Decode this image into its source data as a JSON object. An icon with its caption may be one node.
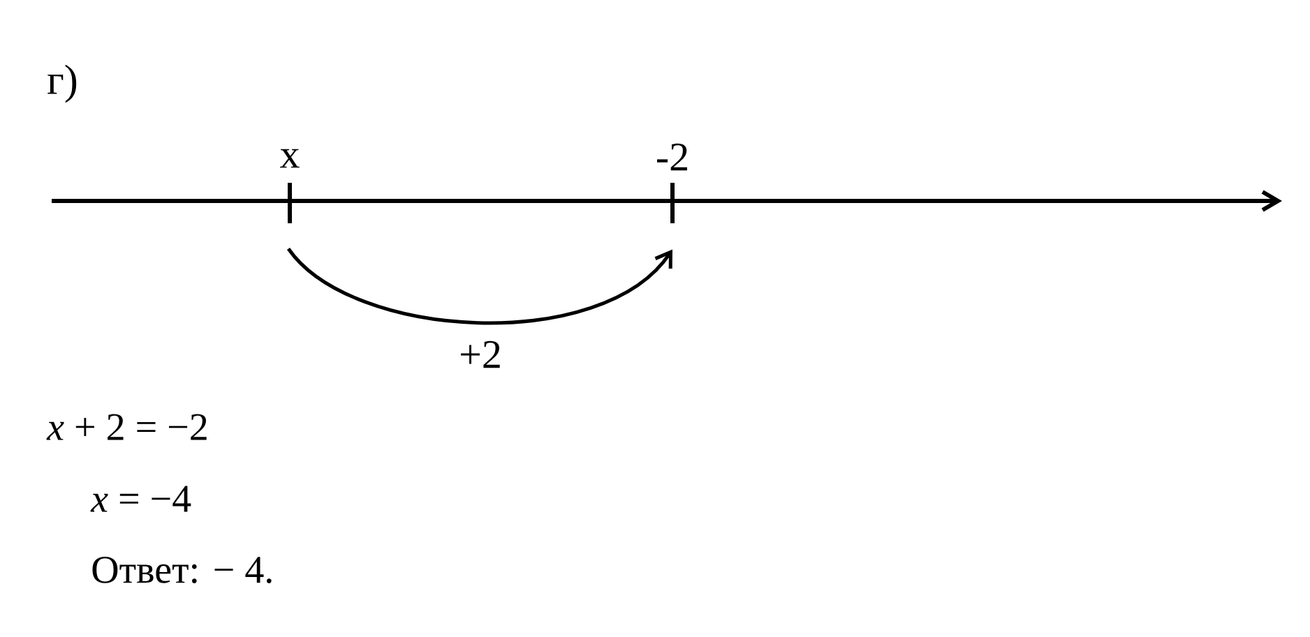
{
  "diagram": {
    "nodes": [
      {
        "text": [
          "x"
        ]
      },
      {
        "text": [
          "-2"
        ]
      }
    ],
    "edges": [
      {
        "from": 0,
        "to": 1,
        "arrow": "to",
        "label": "+2"
      }
    ],
    "labels": [
      "г)",
      "*x* + 2 = −2",
      "*x* = −4",
      "Ответ: − 4."
    ]
  }
}
